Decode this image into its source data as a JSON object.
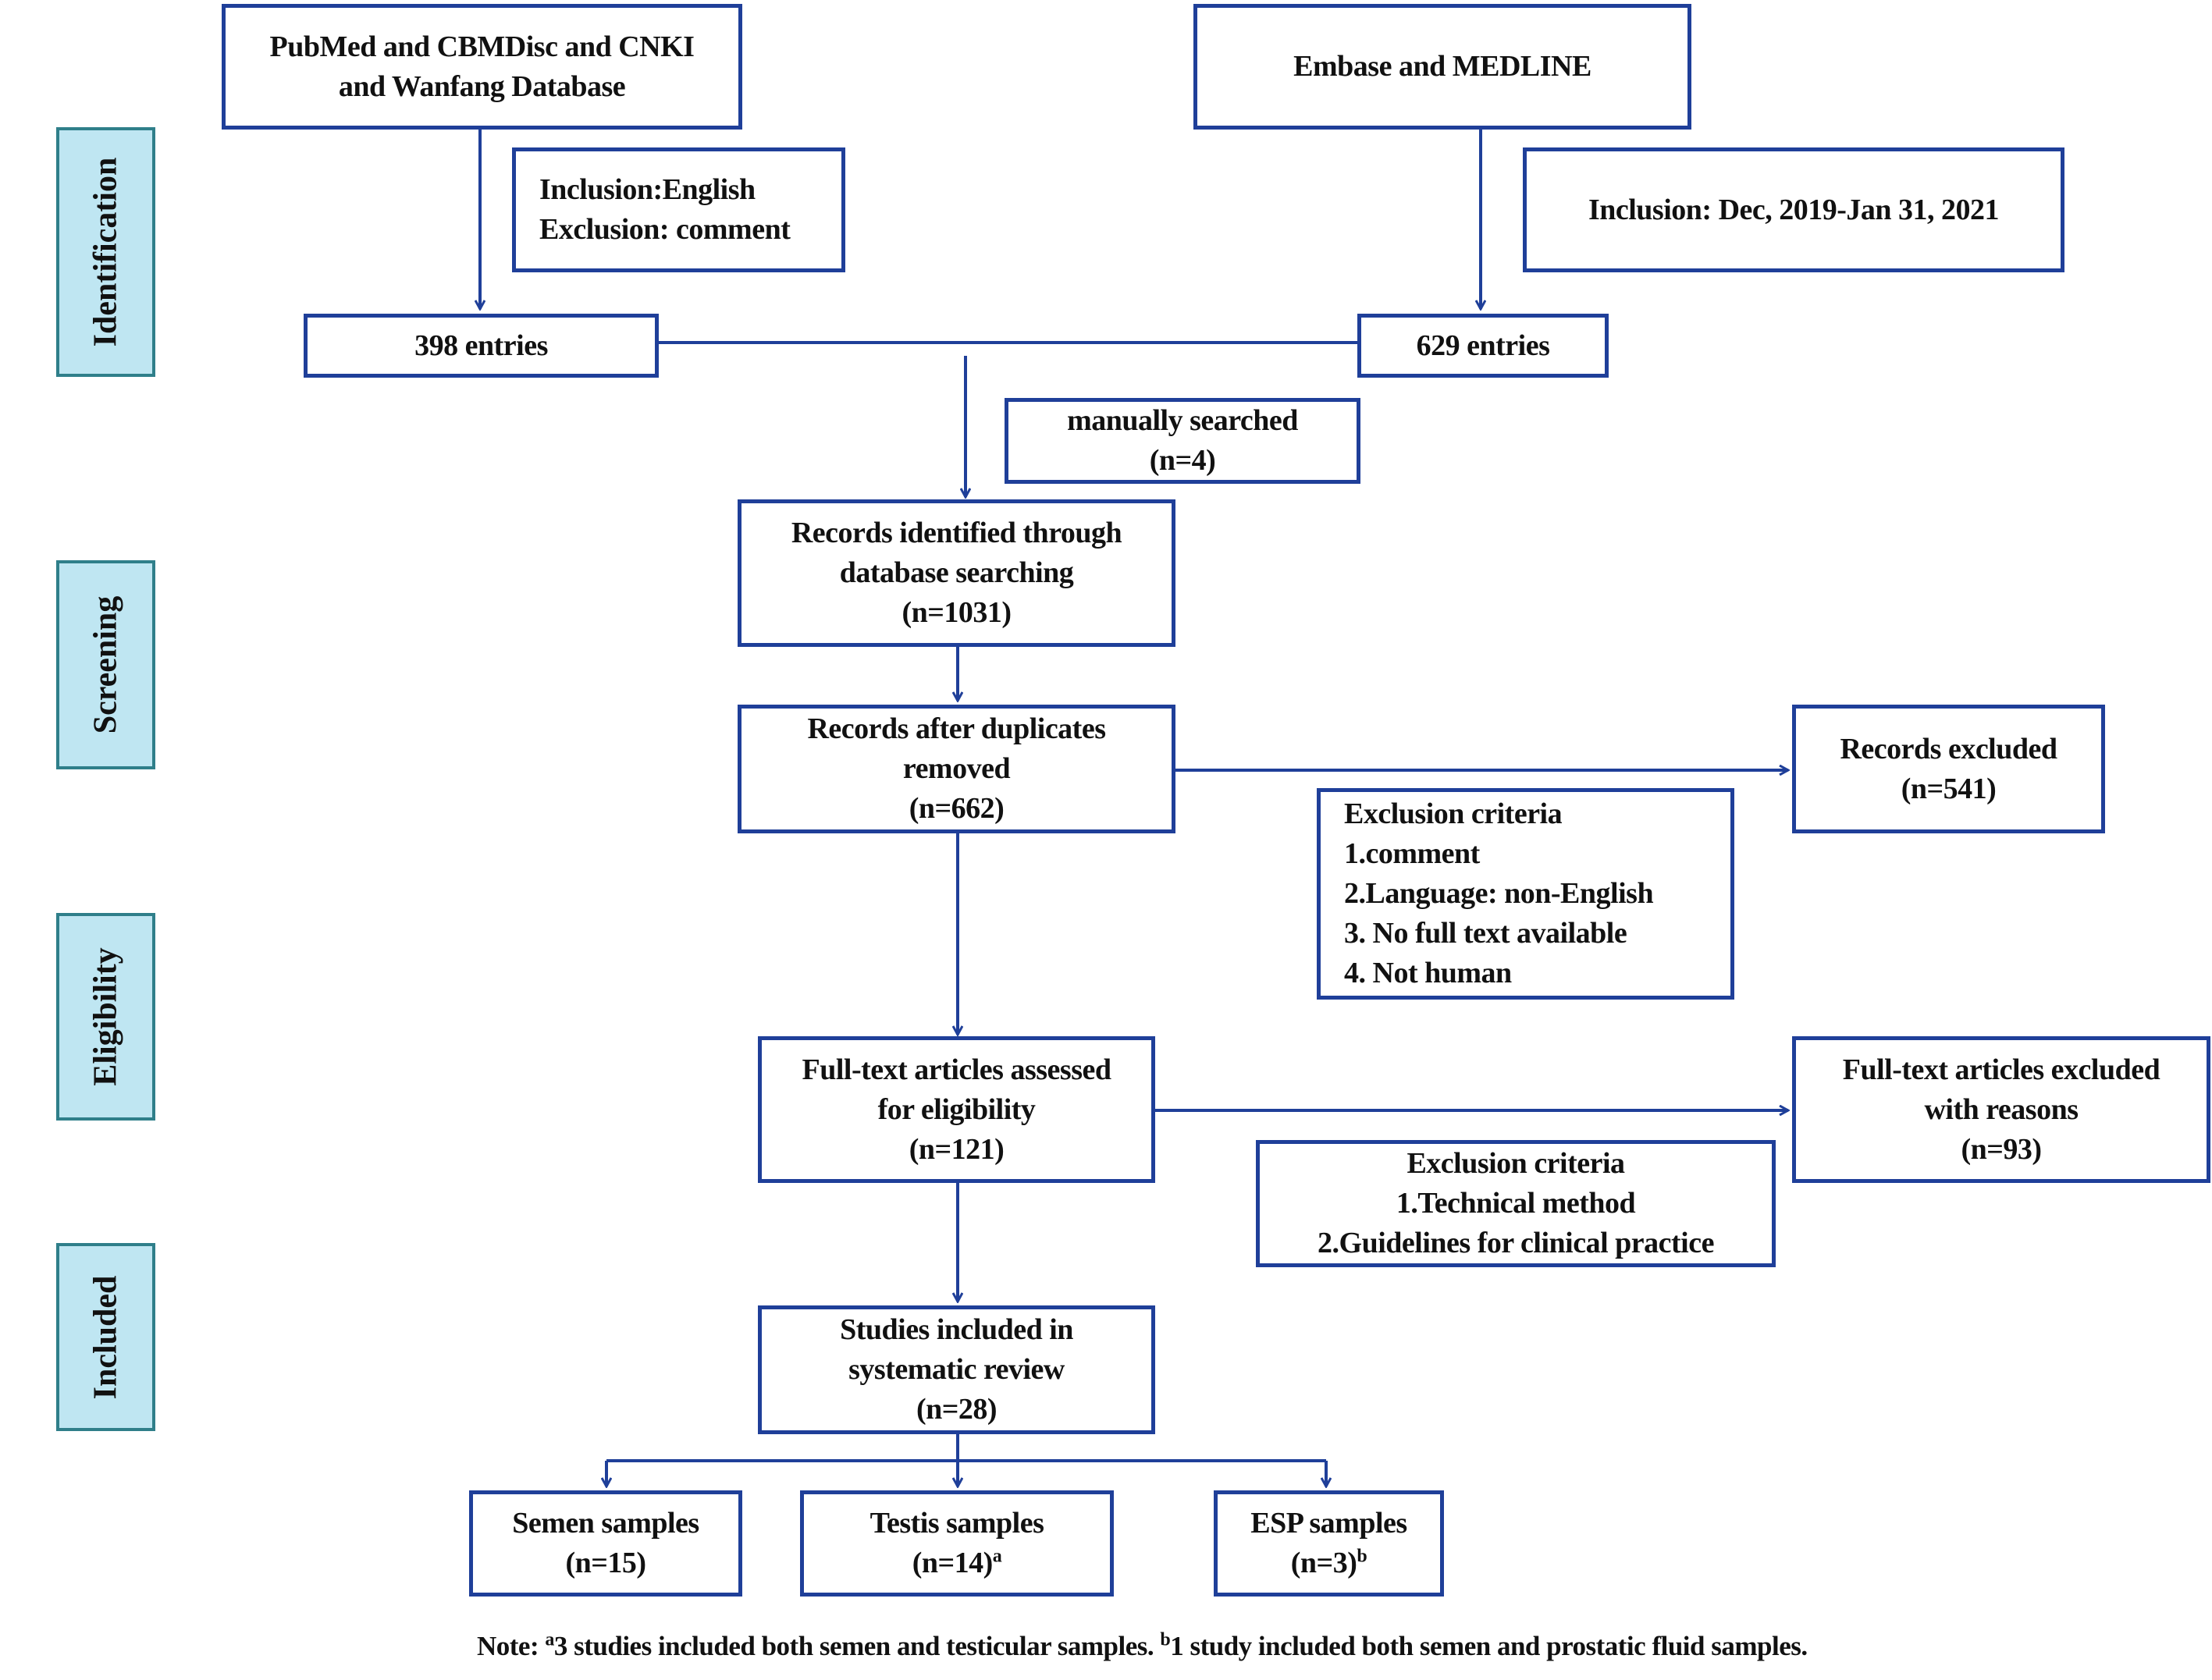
{
  "stages": {
    "identification": "Identification",
    "screening": "Screening",
    "eligibility": "Eligibility",
    "included": "Included"
  },
  "sources": {
    "left": {
      "line1": "PubMed and CBMDisc and CNKI",
      "line2": "and Wanfang Database"
    },
    "right": {
      "line1": "Embase and MEDLINE"
    }
  },
  "filters": {
    "left": {
      "line1": "Inclusion:English",
      "line2": "Exclusion: comment"
    },
    "right": {
      "line1": "Inclusion: Dec, 2019-Jan 31, 2021"
    }
  },
  "entries": {
    "left": "398 entries",
    "right": "629 entries"
  },
  "manual": {
    "line1": "manually searched",
    "line2": "(n=4)"
  },
  "identified": {
    "line1": "Records identified through",
    "line2": "database searching",
    "line3": "(n=1031)"
  },
  "deduplicated": {
    "line1": "Records after duplicates",
    "line2": "removed",
    "line3": "(n=662)"
  },
  "records_excluded": {
    "line1": "Records excluded",
    "line2": "(n=541)"
  },
  "exclusion_criteria_1": {
    "title": "Exclusion criteria",
    "items": [
      "1.comment",
      "2.Language: non-English",
      "3. No full text available",
      "4. Not human"
    ]
  },
  "fulltext": {
    "line1": "Full-text articles assessed",
    "line2": "for eligibility",
    "line3": "(n=121)"
  },
  "fulltext_excluded": {
    "line1": "Full-text articles excluded",
    "line2": "with reasons",
    "line3": "(n=93)"
  },
  "exclusion_criteria_2": {
    "title": "Exclusion criteria",
    "items": [
      "1.Technical method",
      "2.Guidelines for clinical practice"
    ]
  },
  "included_studies": {
    "line1": "Studies included in",
    "line2": "systematic review",
    "line3": "(n=28)"
  },
  "samples": {
    "semen": {
      "line1": "Semen samples",
      "line2": "(n=15)"
    },
    "testis": {
      "line1": "Testis samples",
      "line2": "(n=14)",
      "sup": "a"
    },
    "esp": {
      "line1": "ESP samples",
      "line2": "(n=3)",
      "sup": "b"
    }
  },
  "note": {
    "prefix": "Note: ",
    "sup_a": "a",
    "text_a": "3 studies included both semen and testicular samples. ",
    "sup_b": "b",
    "text_b": "1 study included both semen and prostatic fluid samples."
  },
  "colors": {
    "box_border": "#1f3f99",
    "stage_fill": "#bfe6f2",
    "stage_border": "#2f7f8a"
  }
}
